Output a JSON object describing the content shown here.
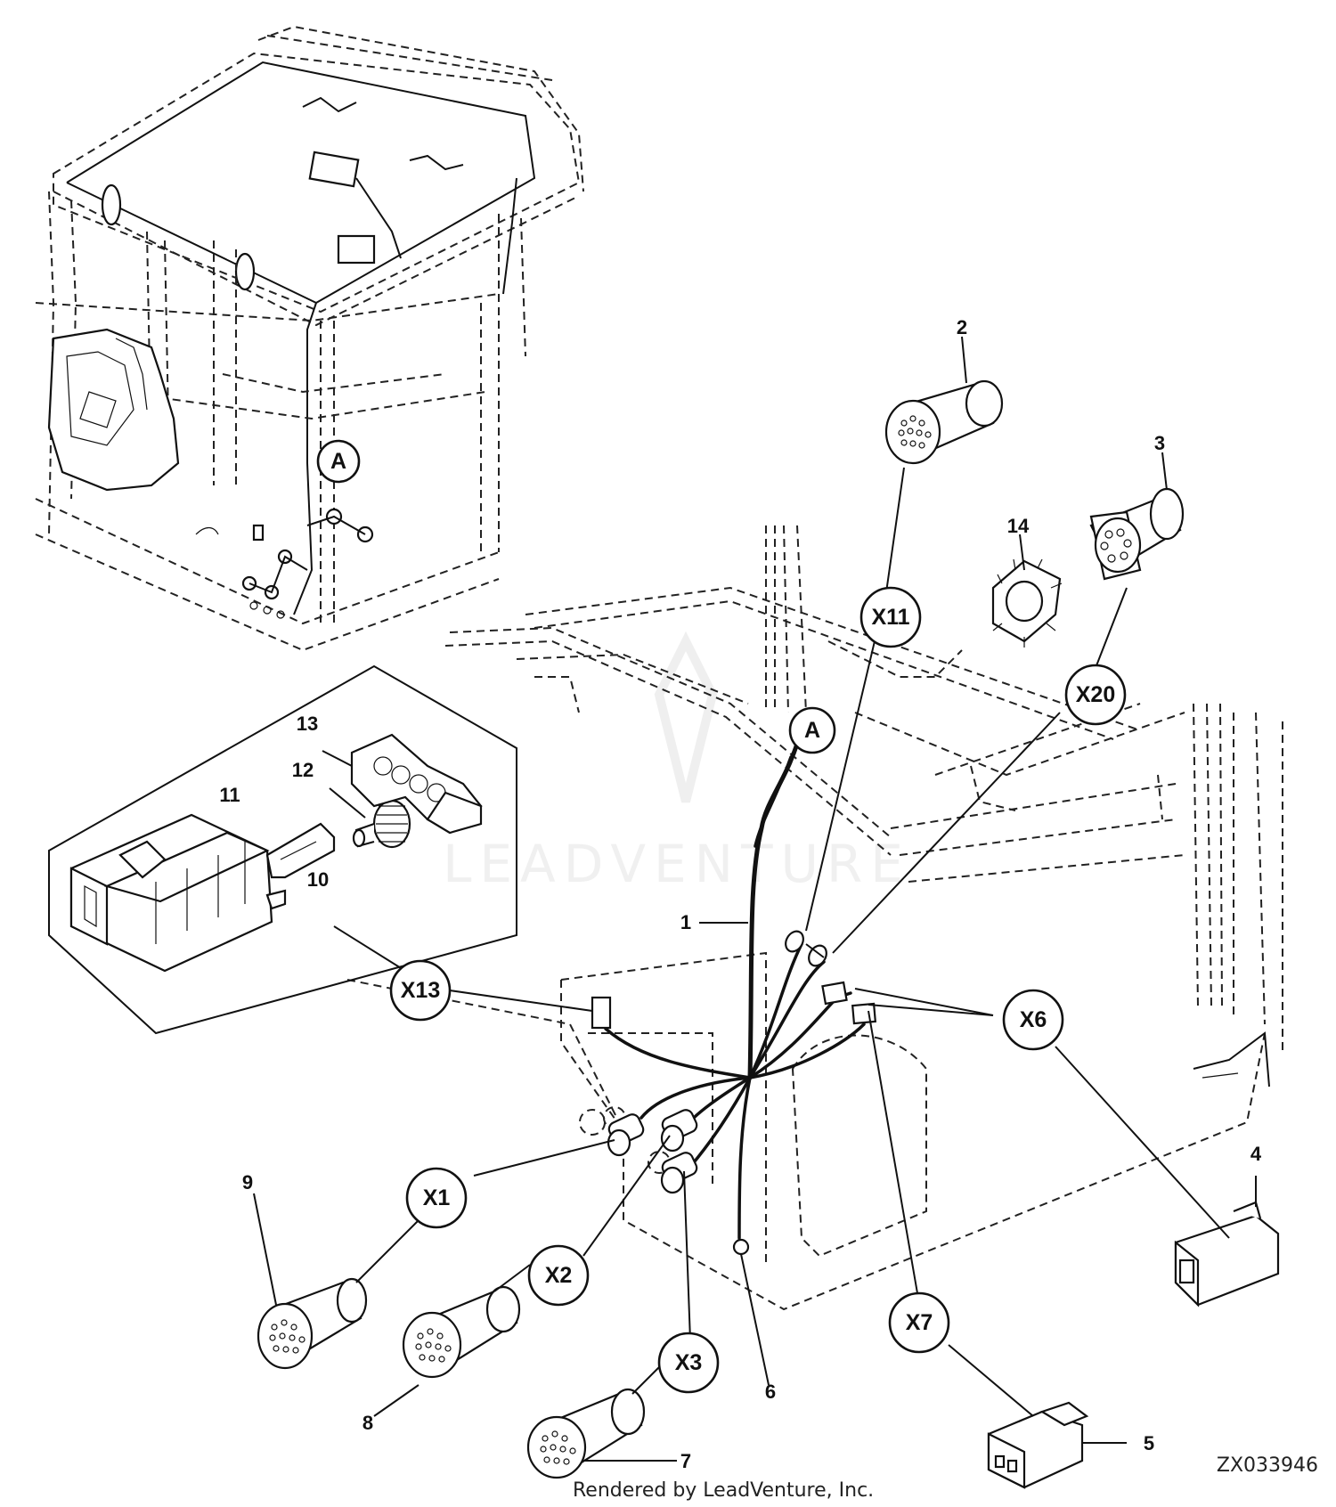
{
  "watermark": "LEADVENTURE",
  "footer": {
    "credit": "Rendered by LeadVenture, Inc.",
    "code": "ZX033946"
  },
  "callouts": {
    "A_top": "A",
    "A_bottom": "A",
    "X1": "X1",
    "X2": "X2",
    "X3": "X3",
    "X6": "X6",
    "X7": "X7",
    "X11": "X11",
    "X13": "X13",
    "X20": "X20"
  },
  "parts": {
    "p1": "1",
    "p2": "2",
    "p3": "3",
    "p4": "4",
    "p5": "5",
    "p6": "6",
    "p7": "7",
    "p8": "8",
    "p9": "9",
    "p10": "10",
    "p11": "11",
    "p12": "12",
    "p13": "13",
    "p14": "14"
  }
}
